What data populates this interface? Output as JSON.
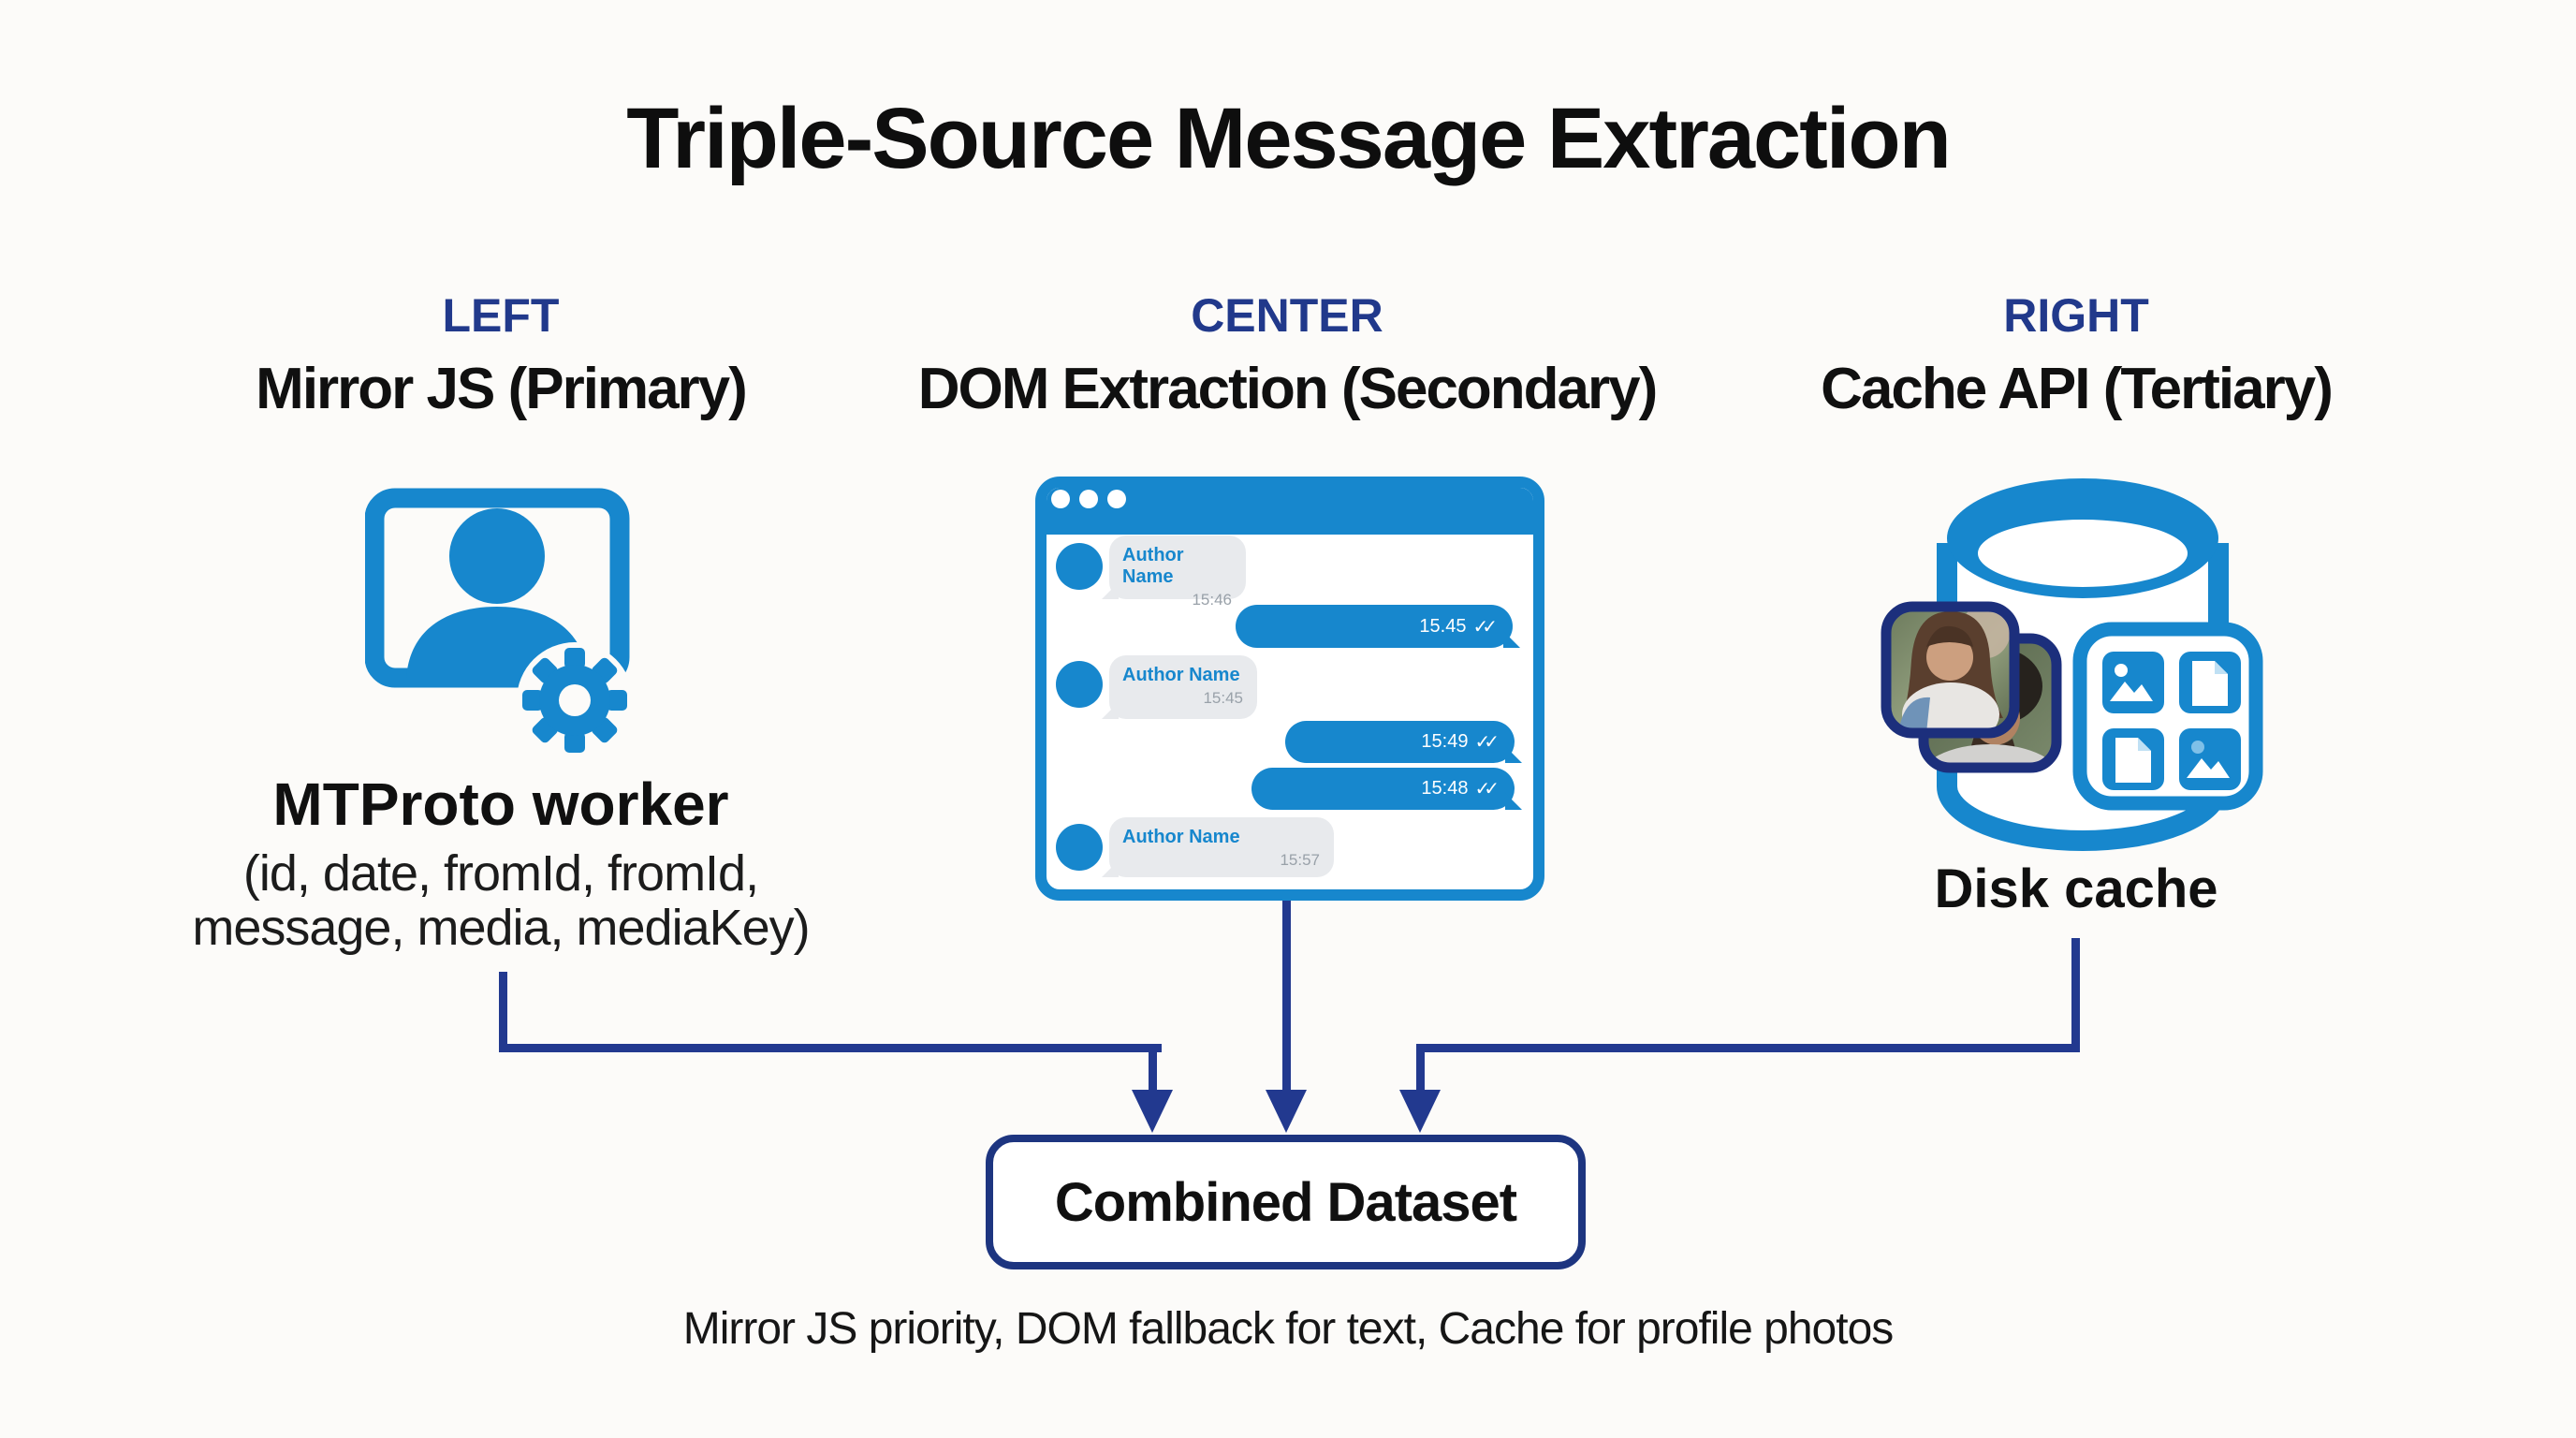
{
  "title": "Triple-Source Message Extraction",
  "columns": {
    "left": {
      "position": "LEFT",
      "name": "Mirror JS (Primary)",
      "icon": "user-card-gear-icon",
      "label": "MTProto worker",
      "detail_line1": "(id, date, fromId, fromId,",
      "detail_line2": "message, media, mediaKey)"
    },
    "center": {
      "position": "CENTER",
      "name": "DOM Extraction (Secondary)",
      "icon": "chat-window-icon"
    },
    "right": {
      "position": "RIGHT",
      "name": "Cache API (Tertiary)",
      "icon": "database-photo-cache-icon",
      "label": "Disk cache"
    }
  },
  "chat": {
    "messages": [
      {
        "type": "incoming",
        "author": "Author Name",
        "time": "15:46"
      },
      {
        "type": "outgoing",
        "time": "15.45",
        "ticks": "✓✓"
      },
      {
        "type": "incoming",
        "author": "Author Name",
        "time": "15:45"
      },
      {
        "type": "outgoing",
        "time": "15:49",
        "ticks": "✓✓"
      },
      {
        "type": "outgoing",
        "time": "15:48",
        "ticks": "✓✓"
      },
      {
        "type": "incoming",
        "author": "Author Name",
        "time": "15:57"
      }
    ]
  },
  "output_box": {
    "label": "Combined Dataset"
  },
  "caption": "Mirror JS priority, DOM fallback for text, Cache for profile photos",
  "colors": {
    "accent_blue": "#1787cd",
    "navy": "#22398f",
    "bubble_gray": "#e8eaed",
    "timestamp_gray": "#99a1a9",
    "text_black": "#101010",
    "background": "#fcfbf9"
  }
}
